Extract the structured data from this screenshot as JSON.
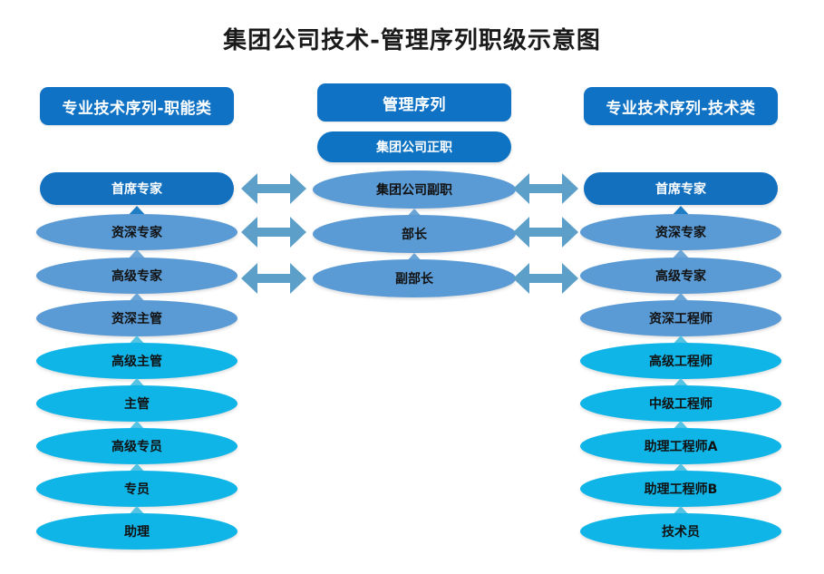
{
  "title": "集团公司技术-管理序列职级示意图",
  "colors": {
    "header": "#0f72c4",
    "tier_dark": "#1270bf",
    "tier_pill": "#0e73c2",
    "tier_mid": "#5b9bd5",
    "tier_bright": "#10b5e8",
    "arrow": "#5c9fc8",
    "title_text": "#1a1a1a"
  },
  "columns": {
    "left": {
      "header": "专业技术序列-职能类",
      "items": [
        {
          "label": "首席专家",
          "tier": "dark"
        },
        {
          "label": "资深专家",
          "tier": "mid"
        },
        {
          "label": "高级专家",
          "tier": "mid"
        },
        {
          "label": "资深主管",
          "tier": "mid"
        },
        {
          "label": "高级主管",
          "tier": "bright"
        },
        {
          "label": "主管",
          "tier": "bright"
        },
        {
          "label": "高级专员",
          "tier": "bright"
        },
        {
          "label": "专员",
          "tier": "bright"
        },
        {
          "label": "助理",
          "tier": "bright"
        }
      ]
    },
    "middle": {
      "header": "管理序列",
      "items": [
        {
          "label": "集团公司正职",
          "tier": "pill"
        },
        {
          "label": "集团公司副职",
          "tier": "mid"
        },
        {
          "label": "部长",
          "tier": "mid"
        },
        {
          "label": "副部长",
          "tier": "mid"
        }
      ]
    },
    "right": {
      "header": "专业技术序列-技术类",
      "items": [
        {
          "label": "首席专家",
          "tier": "dark"
        },
        {
          "label": "资深专家",
          "tier": "mid"
        },
        {
          "label": "高级专家",
          "tier": "mid"
        },
        {
          "label": "资深工程师",
          "tier": "mid"
        },
        {
          "label": "高级工程师",
          "tier": "bright"
        },
        {
          "label": "中级工程师",
          "tier": "bright"
        },
        {
          "label": "助理工程师A",
          "tier": "bright"
        },
        {
          "label": "助理工程师B",
          "tier": "bright"
        },
        {
          "label": "技术员",
          "tier": "bright"
        }
      ]
    }
  },
  "cross_links": {
    "left_to_middle": [
      {
        "from": "首席专家",
        "to": "集团公司副职"
      },
      {
        "from": "资深专家",
        "to": "部长"
      },
      {
        "from": "高级专家",
        "to": "副部长"
      }
    ],
    "middle_to_right": [
      {
        "from": "集团公司副职",
        "to": "首席专家"
      },
      {
        "from": "部长",
        "to": "资深专家"
      },
      {
        "from": "副部长",
        "to": "高级专家"
      }
    ]
  }
}
